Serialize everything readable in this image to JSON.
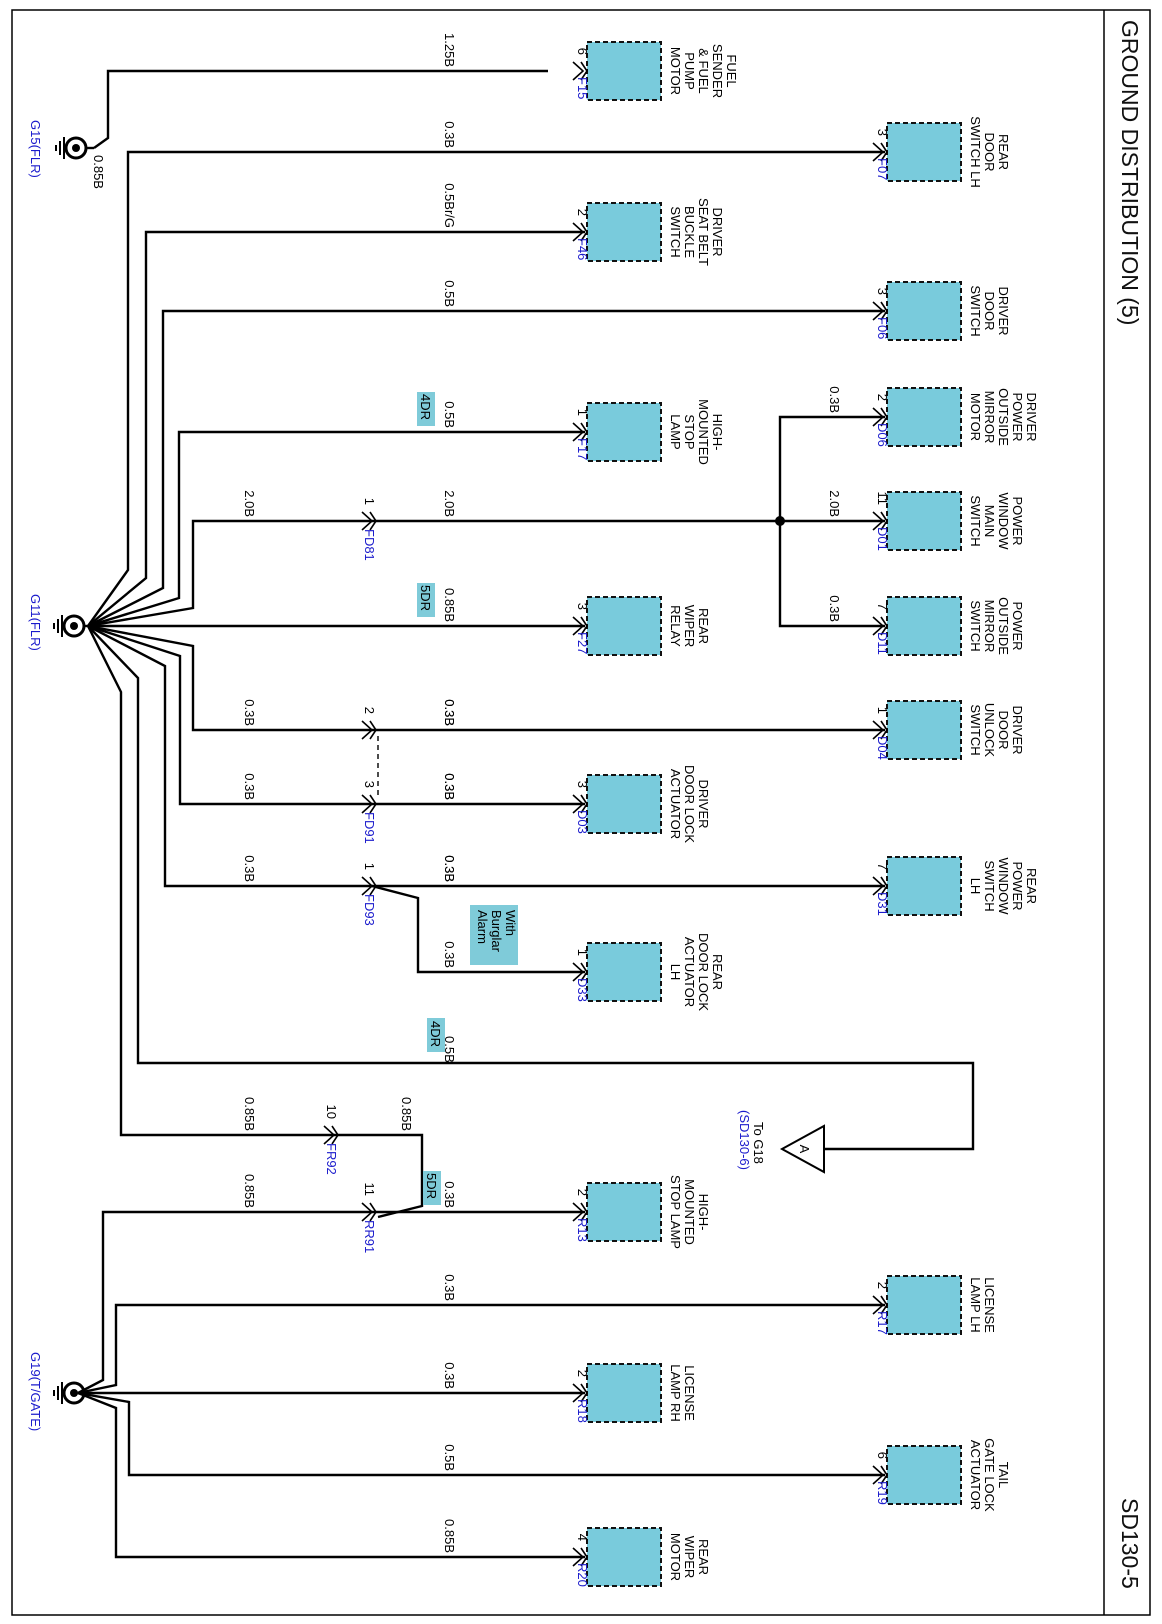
{
  "title": "GROUND DISTRIBUTION (5)",
  "page_code": "SD130-5",
  "grounds": [
    {
      "id": "g15",
      "label": "G15(FLR)"
    },
    {
      "id": "g11",
      "label": "G11(FLR)"
    },
    {
      "id": "g19",
      "label": "G19(T/GATE)"
    }
  ],
  "components": [
    {
      "id": "fuel-sender",
      "name": [
        "FUEL",
        "SENDER",
        "& FUEL",
        "PUMP",
        "MOTOR"
      ],
      "pin": "6",
      "connector": "F15",
      "wire": "1.25B"
    },
    {
      "id": "rear-door-switch-lh",
      "name": [
        "REAR",
        "DOOR",
        "SWITCH LH"
      ],
      "pin": "3",
      "connector": "F07",
      "wire": "0.3B"
    },
    {
      "id": "driver-seat-belt",
      "name": [
        "DRIVER",
        "SEAT BELT",
        "BUCKLE",
        "SWITCH"
      ],
      "pin": "2",
      "connector": "F46",
      "wire": "0.5Br/G"
    },
    {
      "id": "driver-door-switch",
      "name": [
        "DRIVER",
        "DOOR",
        "SWITCH"
      ],
      "pin": "3",
      "connector": "F06",
      "wire": "0.5B"
    },
    {
      "id": "driver-power-mirror",
      "name": [
        "DRIVER",
        "POWER",
        "OUTSIDE",
        "MIRROR",
        "MOTOR"
      ],
      "pin": "2",
      "connector": "D06",
      "wire": "0.3B"
    },
    {
      "id": "high-mounted-stop-lamp",
      "name": [
        "HIGH-",
        "MOUNTED",
        "STOP",
        "LAMP"
      ],
      "pin": "1",
      "connector": "F17",
      "wire": "0.5B",
      "tag": "4DR"
    },
    {
      "id": "power-window-main",
      "name": [
        "POWER",
        "WINDOW",
        "MAIN",
        "SWITCH"
      ],
      "pin": "11",
      "connector": "D01",
      "wire": "2.0B"
    },
    {
      "id": "power-mirror-switch",
      "name": [
        "POWER",
        "OUTSIDE",
        "MIRROR",
        "SWITCH"
      ],
      "pin": "7",
      "connector": "D11",
      "wire": "0.3B"
    },
    {
      "id": "rear-wiper-relay",
      "name": [
        "REAR",
        "WIPER",
        "RELAY"
      ],
      "pin": "3",
      "connector": "F27",
      "wire": "0.85B",
      "tag": "5DR"
    },
    {
      "id": "driver-door-unlock",
      "name": [
        "DRIVER",
        "DOOR",
        "UNLOCK",
        "SWITCH"
      ],
      "pin": "1",
      "connector": "D04",
      "wire": "0.3B"
    },
    {
      "id": "driver-door-lock-actuator",
      "name": [
        "DRIVER",
        "DOOR LOCK",
        "ACTUATOR"
      ],
      "pin": "3",
      "connector": "D03",
      "wire": "0.3B"
    },
    {
      "id": "rear-power-window",
      "name": [
        "REAR",
        "POWER",
        "WINDOW",
        "SWITCH",
        "LH"
      ],
      "pin": "7",
      "connector": "D31",
      "wire": "0.3B"
    },
    {
      "id": "rear-door-lock-actuator",
      "name": [
        "REAR",
        "DOOR LOCK",
        "ACTUATOR",
        "LH"
      ],
      "pin": "1",
      "connector": "D33",
      "wire": "0.3B"
    },
    {
      "id": "high-mounted-stop-lamp-2",
      "name": [
        "HIGH-",
        "MOUNTED",
        "STOP LAMP"
      ],
      "pin": "2",
      "connector": "R13",
      "wire": "0.3B",
      "tag": "5DR"
    },
    {
      "id": "license-lamp-lh",
      "name": [
        "LICENSE",
        "LAMP LH"
      ],
      "pin": "2",
      "connector": "R17",
      "wire": "0.3B"
    },
    {
      "id": "license-lamp-rh",
      "name": [
        "LICENSE",
        "LAMP RH"
      ],
      "pin": "2",
      "connector": "R18",
      "wire": "0.3B"
    },
    {
      "id": "tail-gate-lock",
      "name": [
        "TAIL",
        "GATE LOCK",
        "ACTUATOR"
      ],
      "pin": "6",
      "connector": "R19",
      "wire": "0.5B"
    },
    {
      "id": "rear-wiper-motor",
      "name": [
        "REAR",
        "WIPER",
        "MOTOR"
      ],
      "pin": "4",
      "connector": "R20",
      "wire": "0.85B"
    }
  ],
  "inline_connectors": [
    {
      "id": "fd81",
      "name": "FD81",
      "pin": "1",
      "wire_left": "2.0B",
      "wire_right": "2.0B"
    },
    {
      "id": "fd91-2",
      "pin": "2",
      "wire_left": "0.3B",
      "wire_right": "0.3B"
    },
    {
      "id": "fd91-3",
      "name": "FD91",
      "pin": "3",
      "wire_left": "0.3B",
      "wire_right": "0.3B"
    },
    {
      "id": "fd93",
      "name": "FD93",
      "pin": "1",
      "wire_left": "0.3B",
      "wire_right": "0.3B"
    },
    {
      "id": "fr92",
      "name": "FR92",
      "pin": "10",
      "wire_left": "0.85B",
      "wire_right": "0.85B"
    },
    {
      "id": "rr91",
      "name": "RR91",
      "pin": "11",
      "wire_left": "0.85B"
    }
  ],
  "g15_wire": "0.85B",
  "burglar_tag": [
    "With",
    "Burglar",
    "Alarm"
  ],
  "offpage": {
    "letter": "A",
    "text": [
      "To G18",
      "(SD130-6)"
    ],
    "wire": "0.5B",
    "tag": "4DR"
  }
}
